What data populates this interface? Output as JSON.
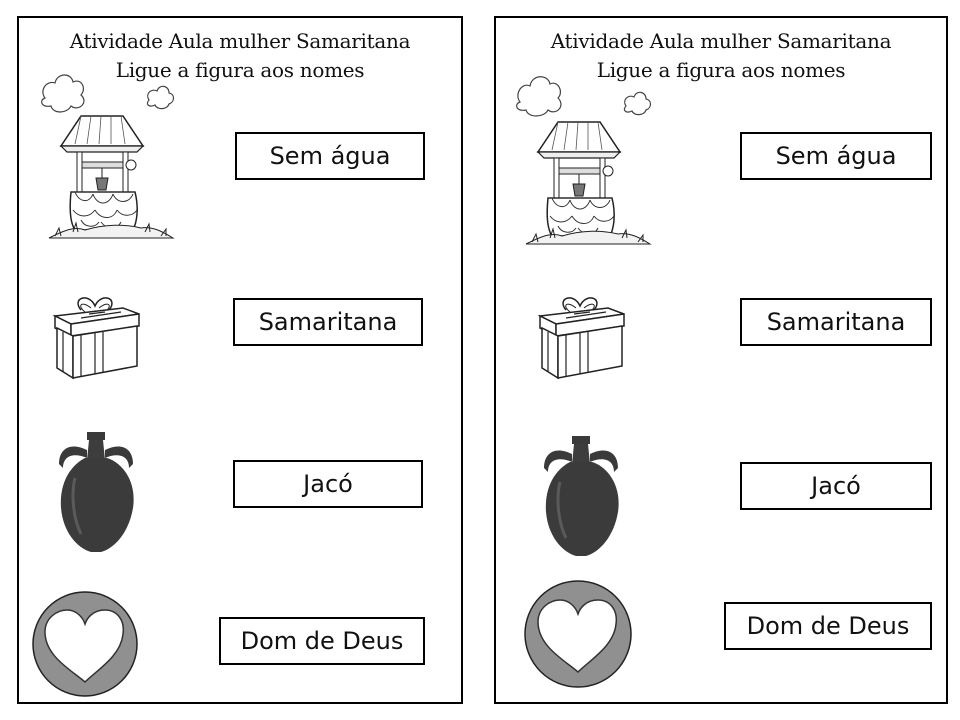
{
  "sheets": [
    {
      "title": "Atividade Aula mulher Samaritana",
      "subtitle": "Ligue a figura aos nomes",
      "labels": [
        "Sem água",
        "Samaritana",
        "Jacó",
        "Dom de Deus"
      ],
      "images": [
        "well-icon",
        "gift-box-icon",
        "jar-icon",
        "heart-icon"
      ]
    },
    {
      "title": "Atividade Aula mulher Samaritana",
      "subtitle": "Ligue a figura aos nomes",
      "labels": [
        "Sem água",
        "Samaritana",
        "Jacó",
        "Dom de Deus"
      ],
      "images": [
        "well-icon",
        "gift-box-icon",
        "jar-icon",
        "heart-icon"
      ]
    }
  ]
}
